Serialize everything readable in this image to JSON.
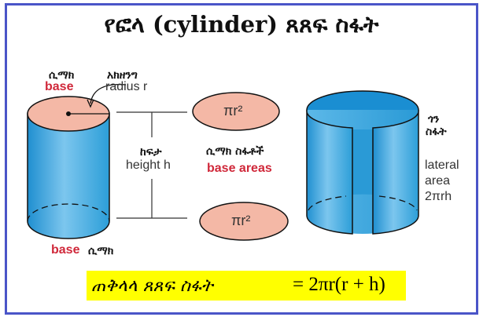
{
  "title": "የፎላ (cylinder) ጸጸፍ ስፋት",
  "left_cylinder": {
    "base_top_am": "ሲማክ",
    "base_top_en": "base",
    "radius_am": "አክዘንግ",
    "radius_en": "radius r",
    "height_am": "ከፍታ",
    "height_en": "height h",
    "base_bottom_en": "base",
    "base_bottom_am": "ሲማክ"
  },
  "base_areas": {
    "top_formula": "πr²",
    "bottom_formula": "πr²",
    "label_am": "ሲማክ ስፋቶች",
    "label_en": "base areas"
  },
  "lateral": {
    "label_am_1": "ጎን",
    "label_am_2": "ስፋት",
    "label_en_1": "lateral",
    "label_en_2": "area",
    "formula": "2πrh"
  },
  "formula": {
    "label_am": "ጠቅላላ ጸጸፍ ስፋት",
    "expression": "=  2πr(r + h)"
  },
  "colors": {
    "frame": "#4a55c8",
    "cylinder": "#3aa8e0",
    "base": "#f4b8a6",
    "highlight": "#ffff00",
    "accent": "#d0283a"
  }
}
